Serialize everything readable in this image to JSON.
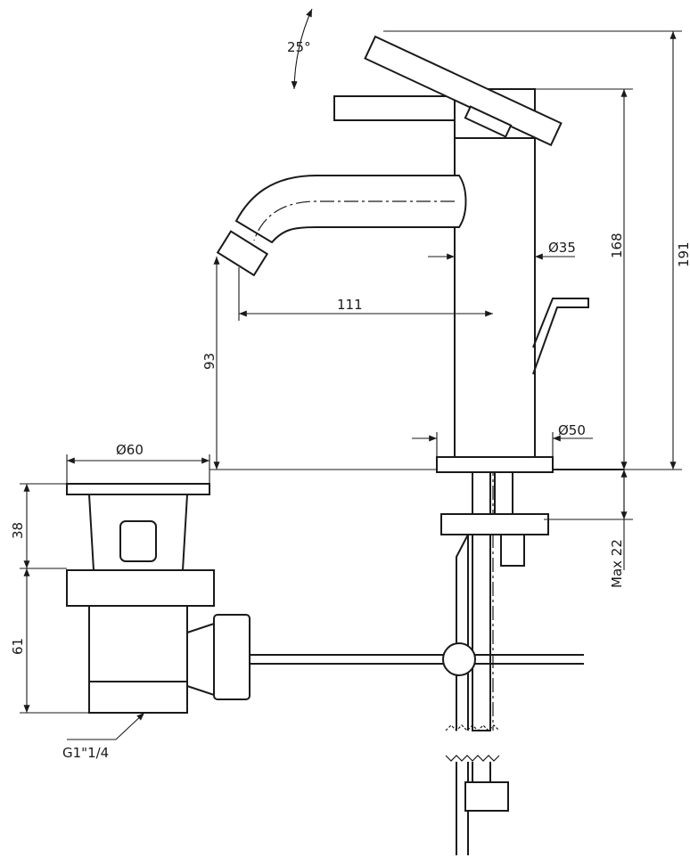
{
  "dimensions": {
    "lever_angle": "25°",
    "total_height": "191",
    "body_height": "168",
    "spout_diameter": "Ø35",
    "spout_reach": "111",
    "spout_height": "93",
    "base_diameter": "Ø50",
    "drain_diameter": "Ø60",
    "drain_top_height": "38",
    "drain_body_height": "61",
    "max_deck_thickness": "Max 22",
    "drain_thread": "G1\"1/4"
  }
}
